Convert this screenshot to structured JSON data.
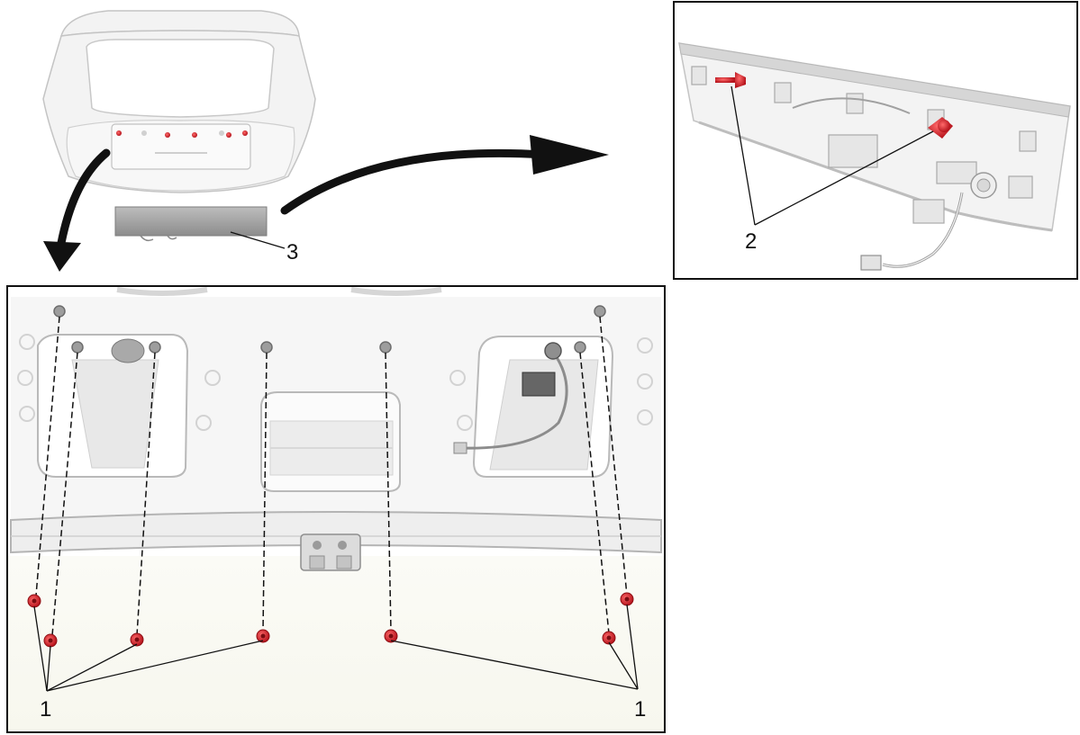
{
  "callouts": {
    "fastener_label": "1",
    "clip_label": "2",
    "trim_panel_label": "3"
  },
  "colors": {
    "fastener": "#d61f26",
    "outline": "#111111",
    "part": "#f2f2f2"
  }
}
